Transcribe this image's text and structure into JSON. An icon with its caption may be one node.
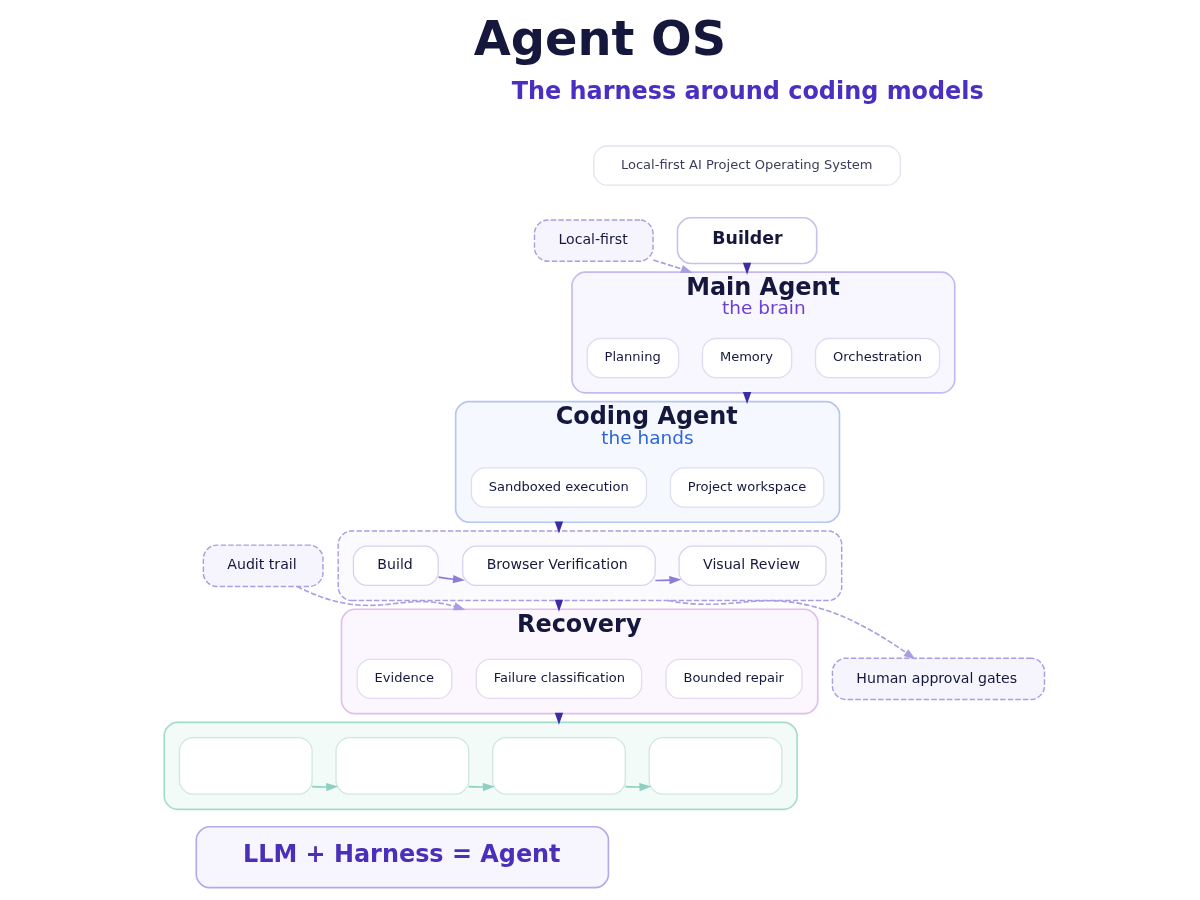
{
  "diagram": {
    "title": "Agent OS",
    "nodes": [
      {
        "text": [
          "Local-first AI Project Operating System"
        ]
      },
      {
        "text": [
          "Builder"
        ]
      },
      {
        "text": [
          "Main Agent",
          "the brain"
        ]
      },
      {
        "text": [
          "Planning"
        ],
        "in": 2
      },
      {
        "text": [
          "Memory"
        ],
        "in": 2
      },
      {
        "text": [
          "Orchestration"
        ],
        "in": 2
      },
      {
        "text": [
          "Local-first"
        ]
      },
      {
        "text": [
          "Coding Agent",
          "the hands"
        ]
      },
      {
        "text": [
          "Sandboxed execution"
        ],
        "in": 7
      },
      {
        "text": [
          "Project workspace"
        ],
        "in": 7
      },
      {
        "text": [],
        "shape": "box"
      },
      {
        "text": [
          "Build"
        ],
        "in": 10
      },
      {
        "text": [
          "Browser Verification"
        ],
        "in": 10
      },
      {
        "text": [
          "Visual Review"
        ],
        "in": 10
      },
      {
        "text": [
          "Human approval gates"
        ]
      },
      {
        "text": [
          "Audit trail"
        ]
      },
      {
        "text": [
          "Recovery"
        ]
      },
      {
        "text": [
          "Evidence"
        ],
        "in": 16
      },
      {
        "text": [
          "Failure classification"
        ],
        "in": 16
      },
      {
        "text": [
          "Bounded repair"
        ],
        "in": 16
      },
      {
        "text": [],
        "shape": "box"
      },
      {
        "text": [],
        "shape": "box",
        "in": 20
      },
      {
        "text": [],
        "shape": "box",
        "in": 20
      },
      {
        "text": [],
        "shape": "box",
        "in": 20
      },
      {
        "text": [],
        "shape": "box",
        "in": 20
      },
      {
        "text": [
          "LLM + Harness = Agent"
        ]
      }
    ],
    "edges": [
      {
        "from": 1,
        "to": 2,
        "arrow": "to"
      },
      {
        "from": 6,
        "to": 2,
        "arrow": "to",
        "style": "dashed",
        "color": "#a99ee2"
      },
      {
        "from": 2,
        "to": 7,
        "arrow": "to"
      },
      {
        "from": 7,
        "to": 10,
        "arrow": "to"
      },
      {
        "from": 11,
        "to": 12,
        "arrow": "to",
        "color": "#8a7fd6"
      },
      {
        "from": 12,
        "to": 13,
        "arrow": "to",
        "color": "#8a7fd6"
      },
      {
        "from": 10,
        "to": 14,
        "arrow": "to",
        "style": "dashed",
        "color": "#a99ee2"
      },
      {
        "from": 10,
        "to": 16,
        "arrow": "to"
      },
      {
        "from": 15,
        "to": 16,
        "arrow": "to",
        "style": "dashed",
        "color": "#a99ee2"
      },
      {
        "from": 16,
        "to": 20,
        "arrow": "to"
      },
      {
        "from": 21,
        "to": 22,
        "arrow": "to",
        "color": "#8fd0c0"
      },
      {
        "from": 22,
        "to": 23,
        "arrow": "to",
        "color": "#8fd0c0"
      },
      {
        "from": 23,
        "to": 24,
        "arrow": "to",
        "color": "#8fd0c0"
      }
    ],
    "labels": [
      "The harness around coding models"
    ]
  }
}
